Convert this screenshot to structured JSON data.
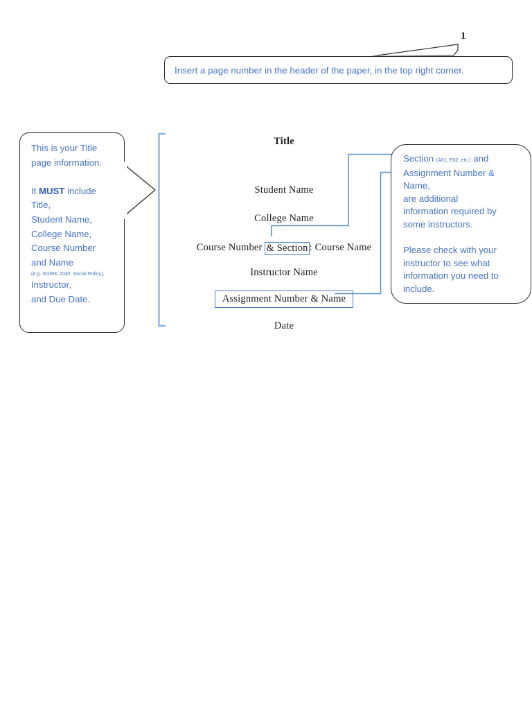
{
  "document": {
    "type": "apa-title-page-instruction-diagram",
    "page_number": "1",
    "accent_blue": "#4472c4",
    "line_blue": "#4a7ebb",
    "outline_gray": "#2b2b2b"
  },
  "callout_top": {
    "text": "Insert a page number in the header of the paper, in the top right corner."
  },
  "callout_left": {
    "line1": "This is your Title",
    "line2": "page information.",
    "must_prefix": "It ",
    "must_word": "MUST",
    "must_suffix": " include",
    "items": [
      "Title,",
      "Student Name,",
      "College Name,",
      "Course Number",
      "and Name"
    ],
    "example_note": "(e.g. SOWK 2040: Social Policy),",
    "items_after": [
      "Instructor,",
      "and Due Date."
    ]
  },
  "callout_right": {
    "section_word": "Section",
    "section_note": "(A01, E02, etc.)",
    "section_and": " and",
    "line2": "Assignment Number &",
    "line3": "Name,",
    "line4": "are additional",
    "line5": "information required by",
    "line6": "some instructors.",
    "line7": "Please check with your",
    "line8": "instructor to see what",
    "line9": "information you need to",
    "line10": "include."
  },
  "title_page": {
    "title": "Title",
    "student_name": "Student Name",
    "college_name": "College Name",
    "course_prefix": "Course Number ",
    "course_section_boxed": "& Section",
    "course_suffix": ": Course Name",
    "instructor_name": "Instructor Name",
    "assignment_boxed": "Assignment Number & Name",
    "date": "Date"
  }
}
